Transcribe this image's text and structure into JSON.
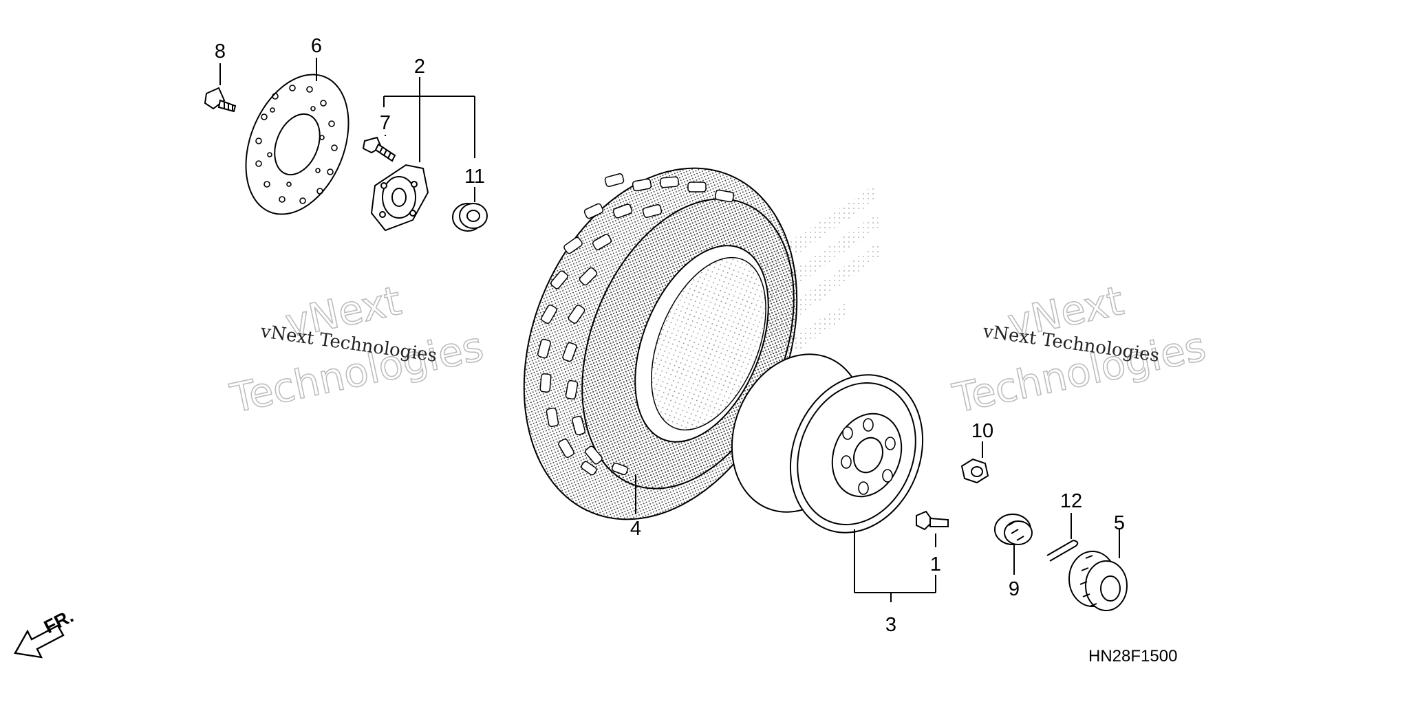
{
  "diagram": {
    "code": "HN28F1500",
    "direction_label": "FR.",
    "watermark": {
      "small": "vNext Technologies",
      "big_line1": "vNext",
      "big_line2": "Technologies"
    },
    "callouts": {
      "c1": "1",
      "c2": "2",
      "c3": "3",
      "c4": "4",
      "c5": "5",
      "c6": "6",
      "c7": "7",
      "c8": "8",
      "c9": "9",
      "c10": "10",
      "c11": "11",
      "c12": "12"
    }
  }
}
